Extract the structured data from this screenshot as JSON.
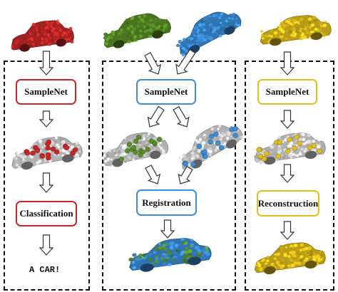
{
  "colors": {
    "red": "#c62828",
    "green": "#5a8e26",
    "blue": "#3b8fd9",
    "yellow": "#e2bf1d",
    "gray": "#d8d8d8",
    "panel_border": "#111111"
  },
  "inputs": {
    "classification_car_color": "red",
    "registration_source_color": "green",
    "registration_target_color": "blue",
    "reconstruction_car_color": "yellow"
  },
  "panels": {
    "classification": {
      "sample_box": "SampleNet",
      "task_box": "Classification",
      "result": "A CAR!"
    },
    "registration": {
      "sample_box": "SampleNet",
      "task_box": "Registration"
    },
    "reconstruction": {
      "sample_box": "SampleNet",
      "task_box": "Reconstruction"
    }
  }
}
